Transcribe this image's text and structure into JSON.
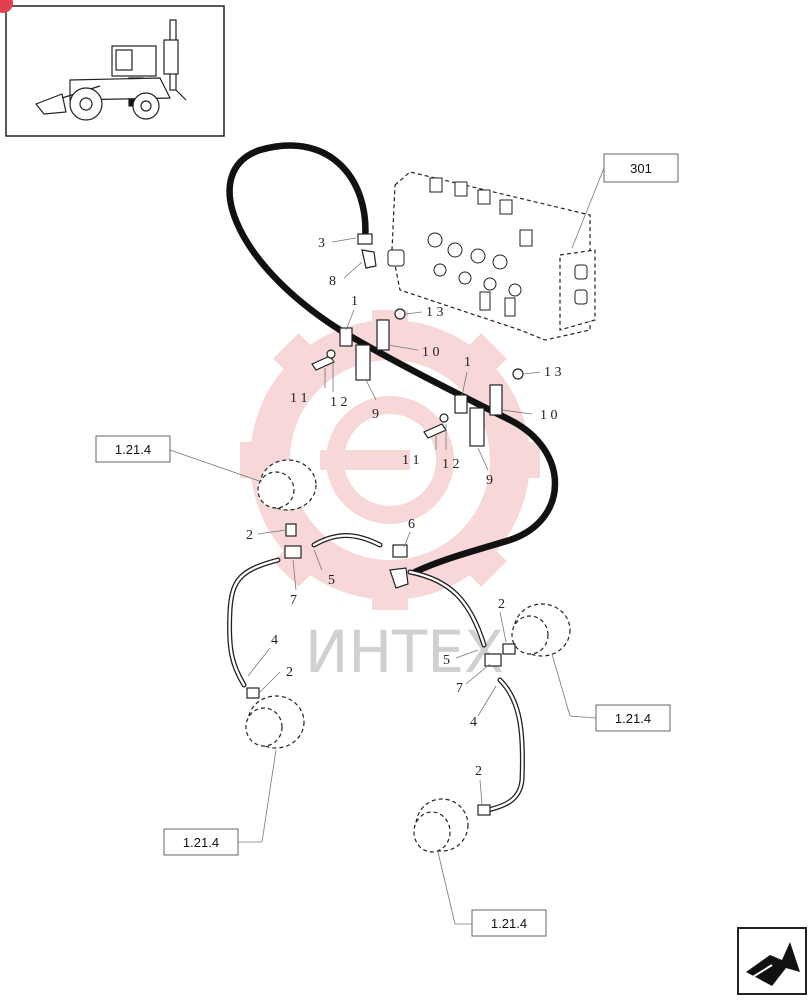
{
  "watermark": {
    "brand": "ИНТЕХ",
    "gear_color": "#f2b8b8",
    "text_color": "#cfcfcf"
  },
  "reference_boxes": {
    "valve": "301",
    "motor_left_top": "1.21.4",
    "motor_right": "1.21.4",
    "motor_left_bottom": "1.21.4",
    "motor_bottom": "1.21.4"
  },
  "callouts": {
    "hose_end": "3",
    "elbow": "8",
    "clamp_a": "1",
    "clamp_b": "1",
    "nut_a": "1 3",
    "nut_b": "1 3",
    "plate_a": "1 0",
    "plate_b": "1 0",
    "bolt_a": "1 1",
    "bolt_b": "1 1",
    "washer_a": "1 2",
    "washer_b": "1 2",
    "bracket_a": "9",
    "bracket_b": "9",
    "tee_center": "6",
    "fitting_a": "2",
    "fitting_b": "2",
    "fitting_c": "2",
    "fitting_d": "2",
    "tube_a": "5",
    "tube_b": "5",
    "tee_a": "7",
    "tee_b": "7",
    "pipe_a": "4",
    "pipe_b": "4"
  },
  "icons": {
    "machine_thumbnail": "backhoe-loader-icon",
    "next_page": "next-page-arrow-icon"
  },
  "colors": {
    "accent": "#e04050",
    "line": "#222222"
  }
}
